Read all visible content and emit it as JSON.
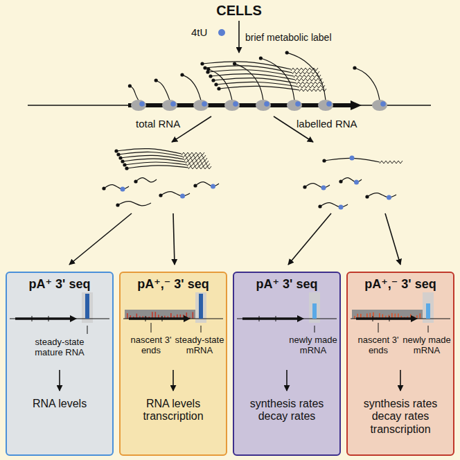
{
  "diagram": {
    "title": "CELLS",
    "nodes": [
      {
        "text": [
          "pA⁺ 3' seq",
          "steady-state mature RNA",
          "RNA levels"
        ]
      },
      {
        "text": [
          "pA⁺,⁻ 3' seq",
          "nascent 3' ends",
          "steady-state mRNA",
          "RNA levels transcription"
        ]
      },
      {
        "text": [
          "pA⁺ 3' seq",
          "newly made mRNA",
          "synthesis rates decay rates"
        ]
      },
      {
        "text": [
          "pA⁺,⁻ 3' seq",
          "nascent 3' ends",
          "newly made mRNA",
          "synthesis rates decay rates transcription"
        ]
      }
    ],
    "labels": [
      "4tU",
      "brief metabolic label",
      "total RNA",
      "labelled RNA"
    ]
  }
}
